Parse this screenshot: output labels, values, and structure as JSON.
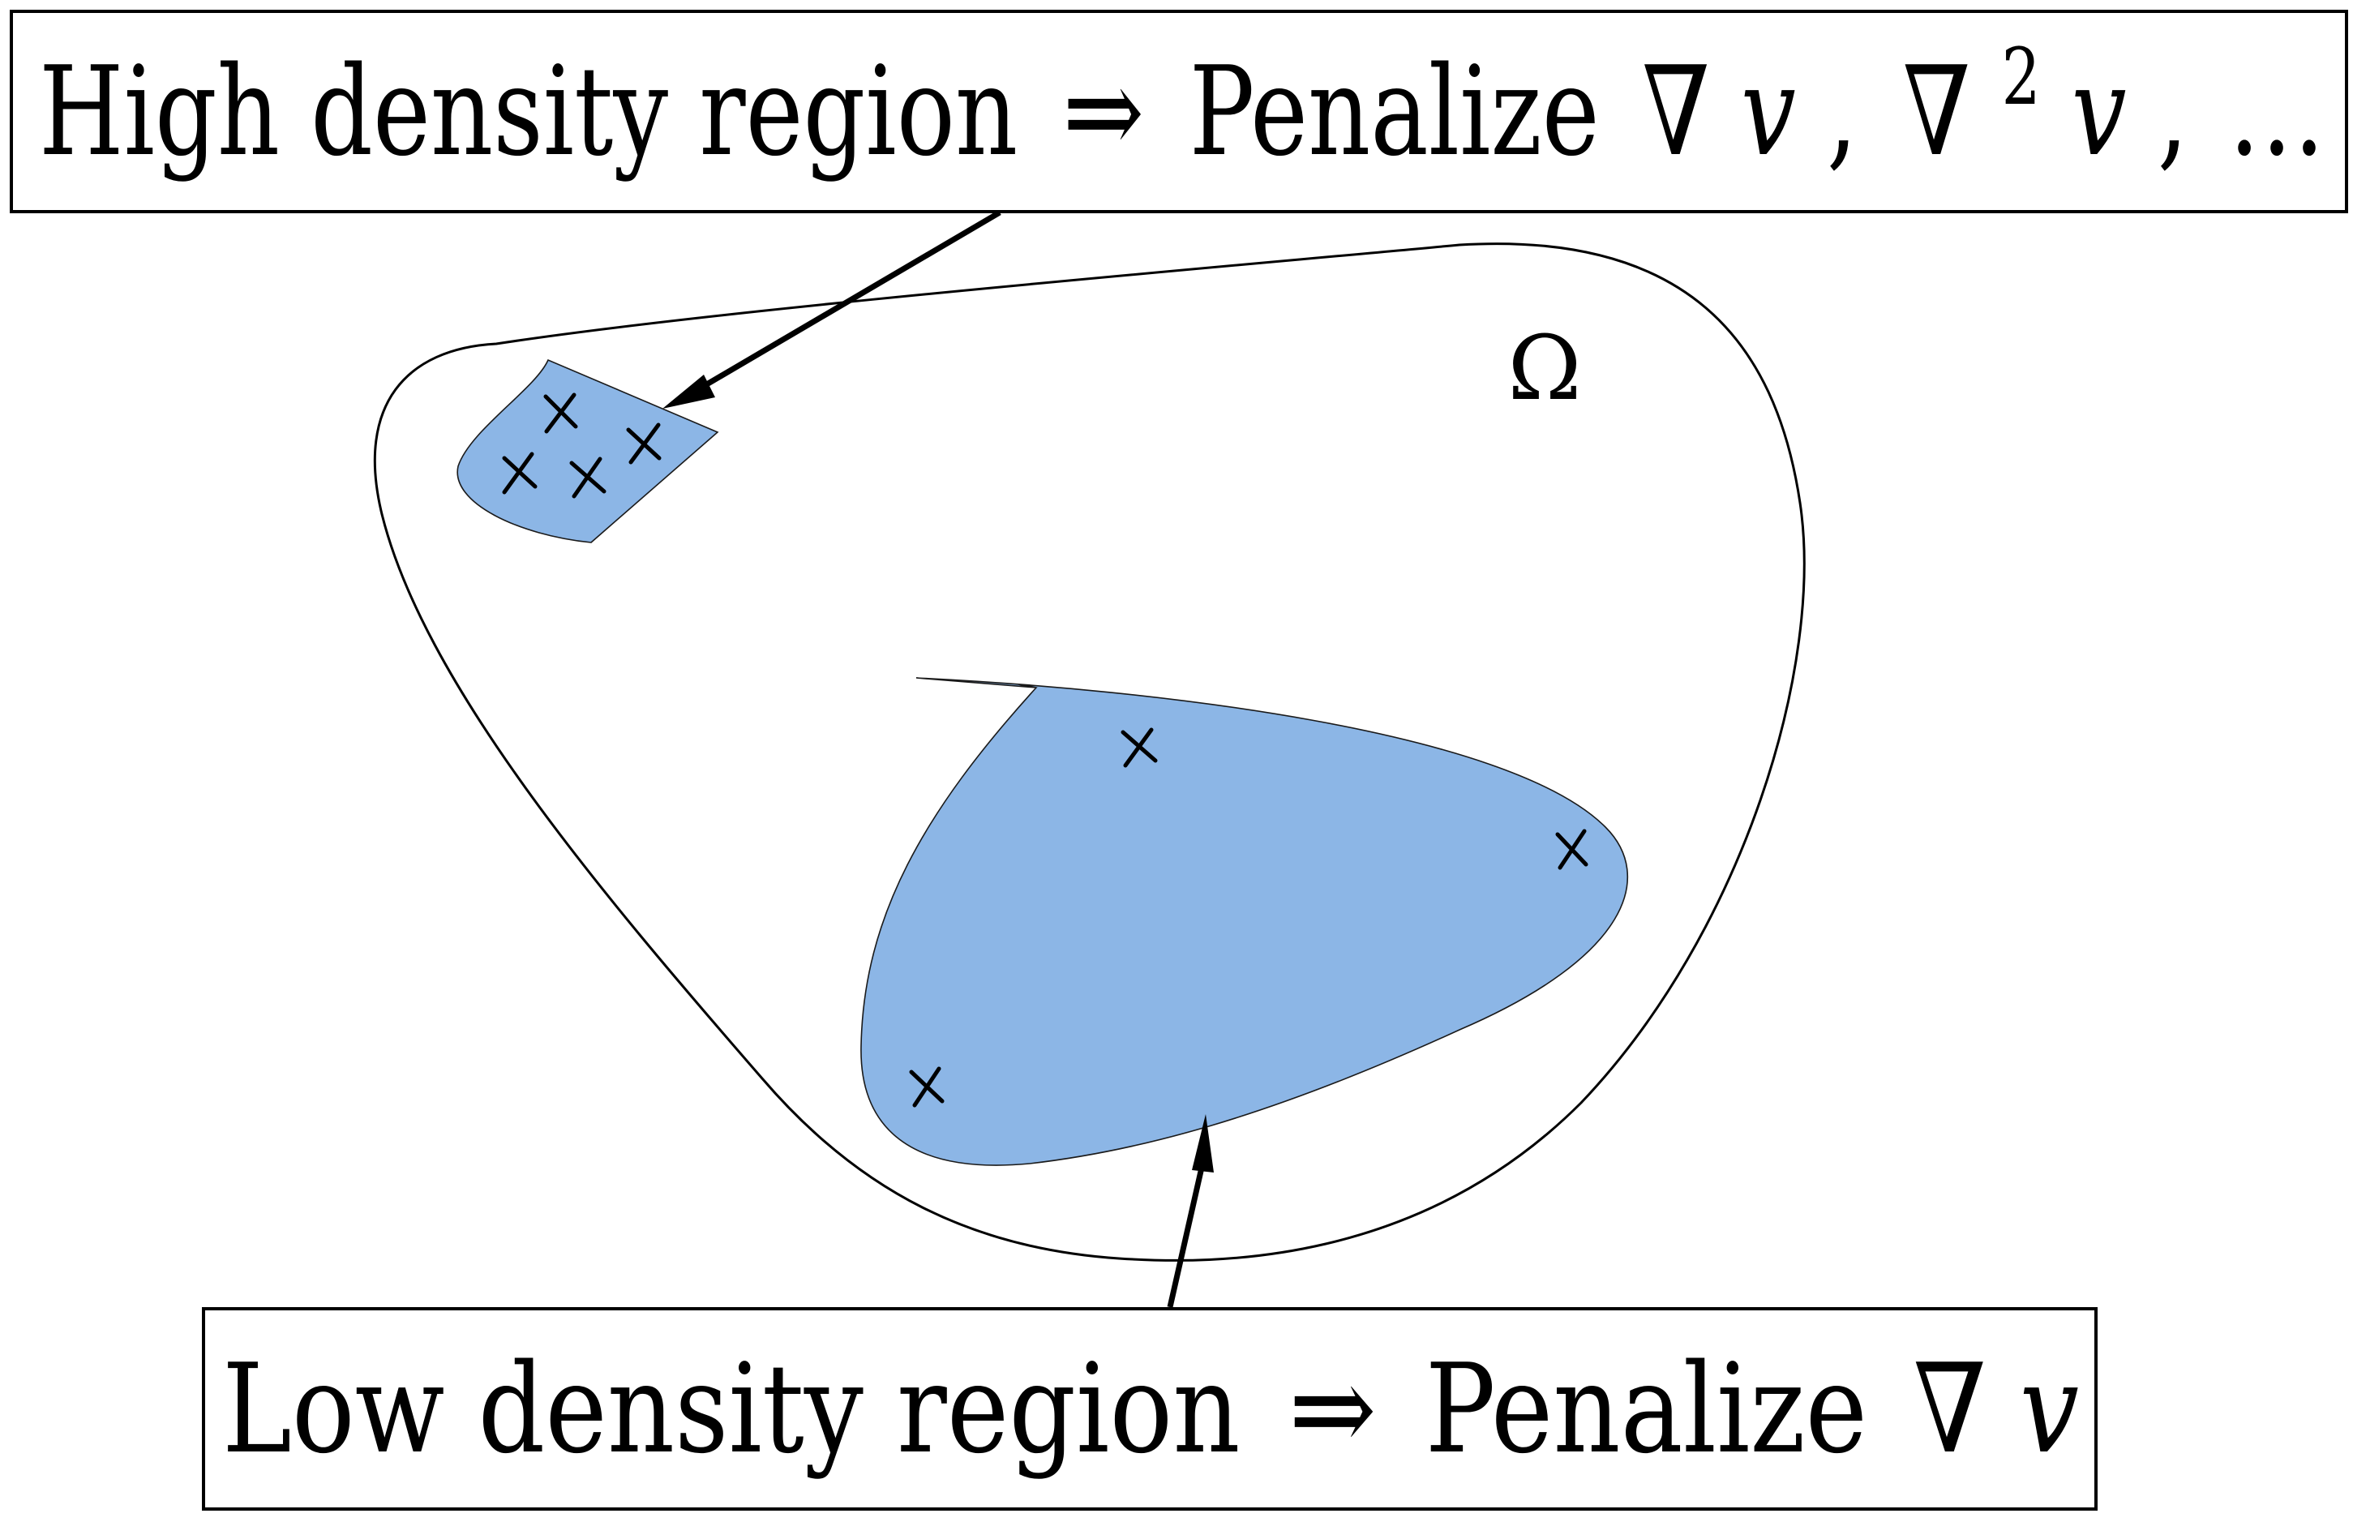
{
  "colors": {
    "region_fill": "#8cb6e6",
    "stroke": "#000000",
    "background": "#ffffff"
  },
  "domain": {
    "symbol": "Ω"
  },
  "high_density_label": {
    "text": "High density region",
    "implies": "⇒",
    "action": "Penalize",
    "term1_nabla": "∇",
    "term1_var": "v",
    "sep1": ",",
    "term2_nabla": "∇",
    "term2_exp": "2",
    "term2_var": "v",
    "sep2": ",",
    "ellipsis": "…"
  },
  "low_density_label": {
    "text": "Low density region",
    "implies": "⇒",
    "action": "Penalize",
    "term1_nabla": "∇",
    "term1_var": "v"
  },
  "regions": {
    "high_density": {
      "sample_count": 4
    },
    "low_density": {
      "sample_count": 3
    }
  },
  "icons": {
    "sample_marker": "cross-icon",
    "pointer": "arrow-icon"
  }
}
